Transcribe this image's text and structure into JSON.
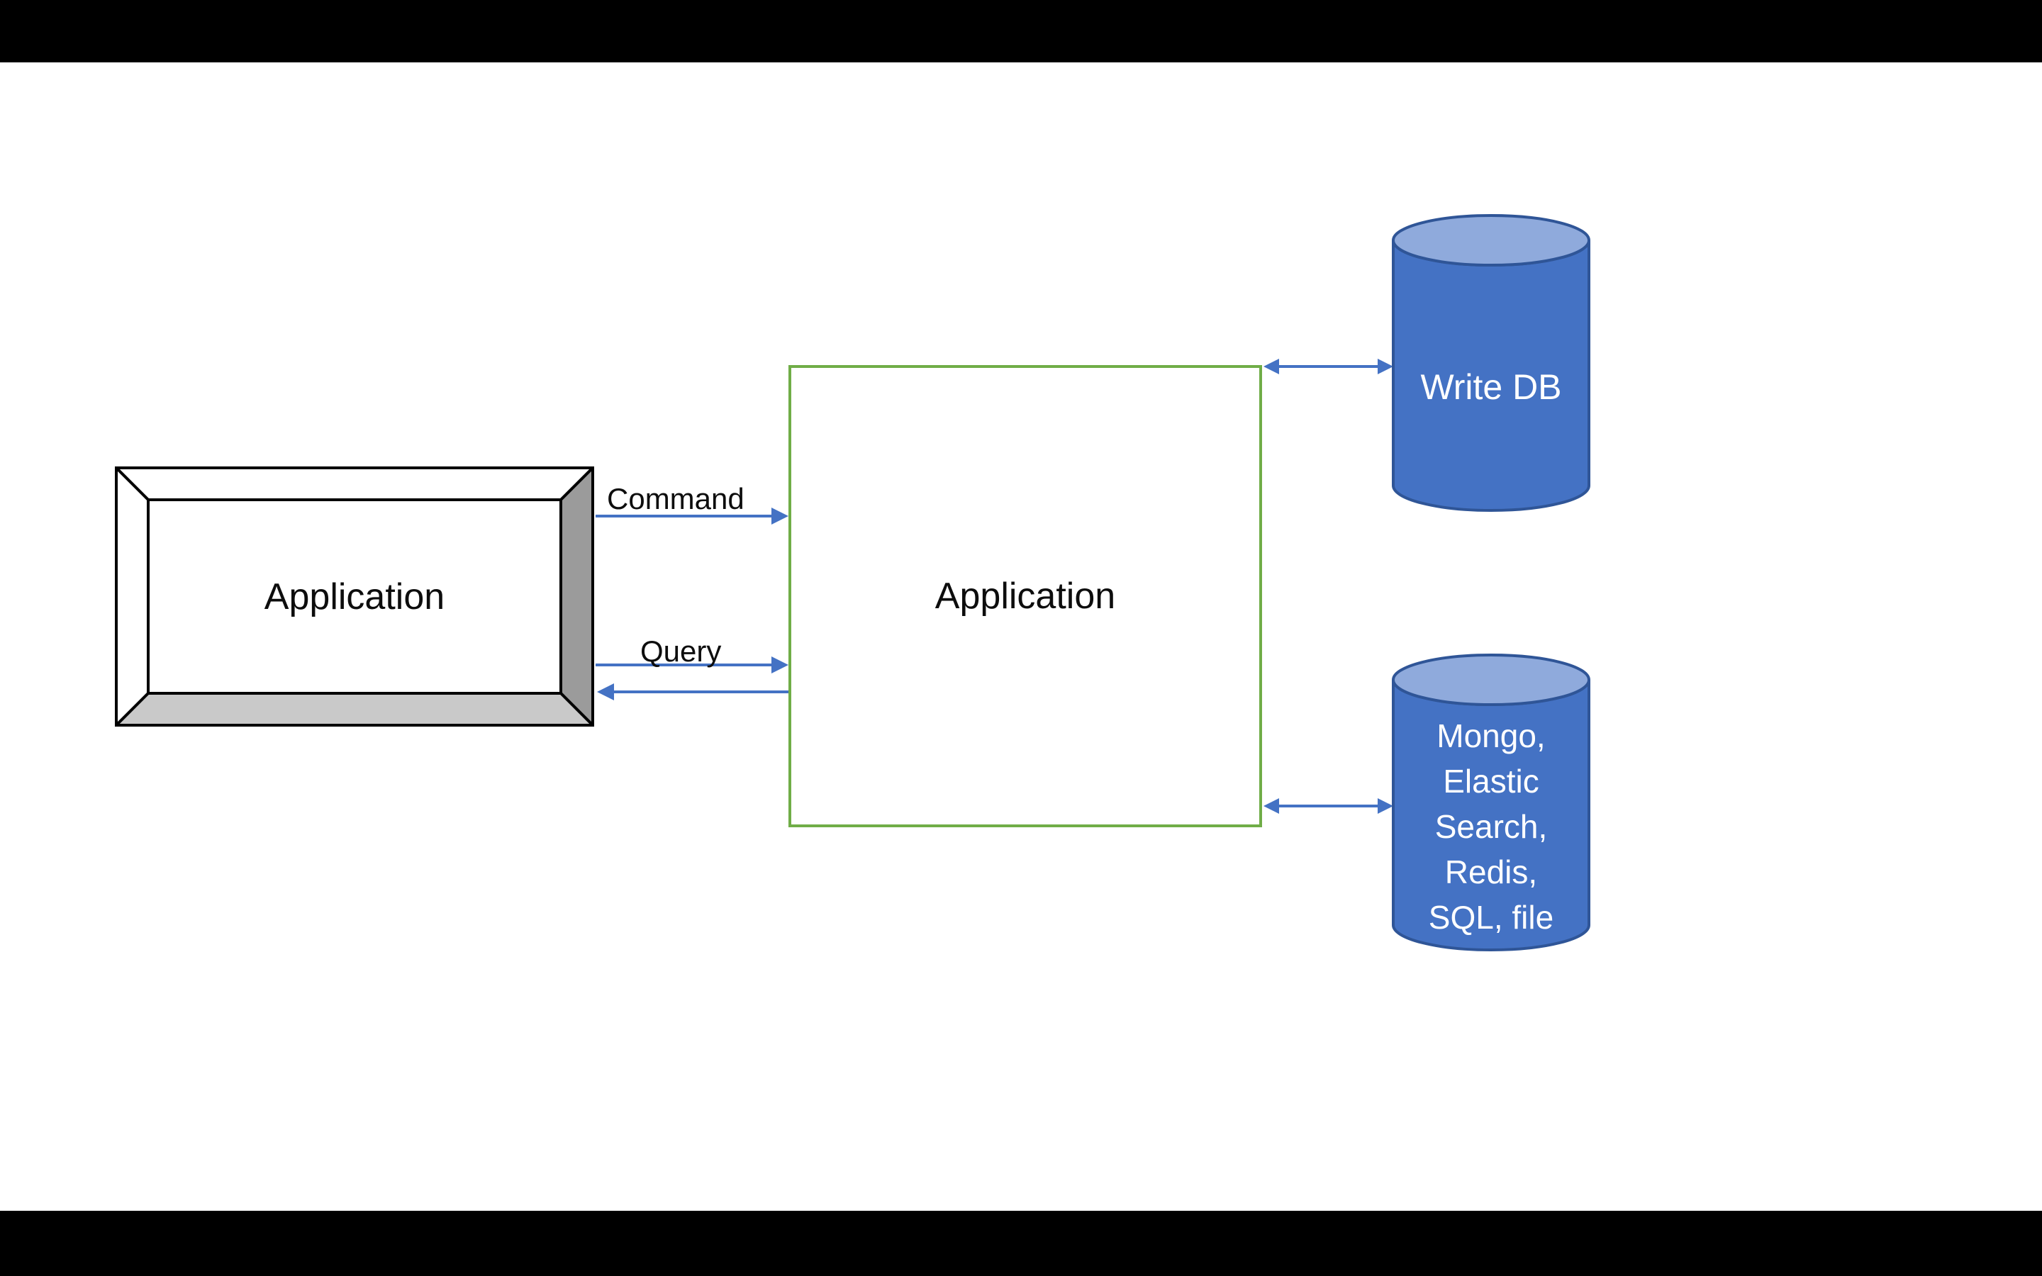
{
  "diagram": {
    "source_app": {
      "label": "Application"
    },
    "service_box": {
      "label": "Application"
    },
    "arrows": {
      "command_label": "Command",
      "query_label": "Query"
    },
    "write_db": {
      "label": "Write DB"
    },
    "read_db": {
      "lines": [
        "Mongo,",
        "Elastic",
        "Search,",
        "Redis,",
        "SQL, file"
      ]
    }
  },
  "colors": {
    "canvas_bg": "#ffffff",
    "letterbox": "#000000",
    "green_border": "#70AD47",
    "arrow_blue": "#4472C4",
    "cylinder_body": "#4472C4",
    "cylinder_top": "#8FAADC",
    "cylinder_outline": "#2F5597",
    "frame_outline": "#000000",
    "frame_side_dark": "#9B9B9B",
    "frame_side_light": "#C9C9C9",
    "label_text": "#0D0D0D",
    "db_text": "#FFFFFF"
  }
}
